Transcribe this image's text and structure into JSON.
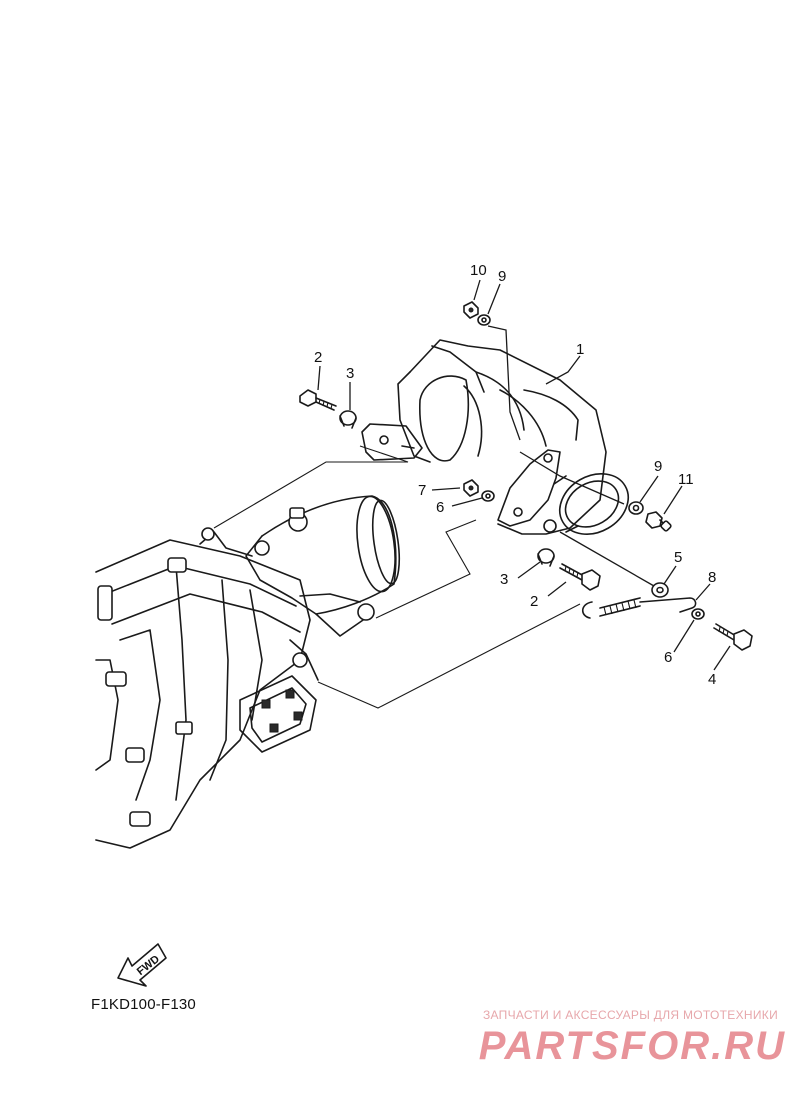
{
  "diagram_code": "F1KD100-F130",
  "fwd_label": "FWD",
  "watermark": {
    "tagline": "ЗАПЧАСТИ И АКСЕССУАРЫ ДЛЯ МОТОТЕХНИКИ",
    "brand": "PARTSFOR.RU"
  },
  "callouts": [
    "1",
    "2",
    "3",
    "4",
    "5",
    "6",
    "7",
    "8",
    "9",
    "10",
    "11",
    "2",
    "3",
    "6",
    "9"
  ]
}
